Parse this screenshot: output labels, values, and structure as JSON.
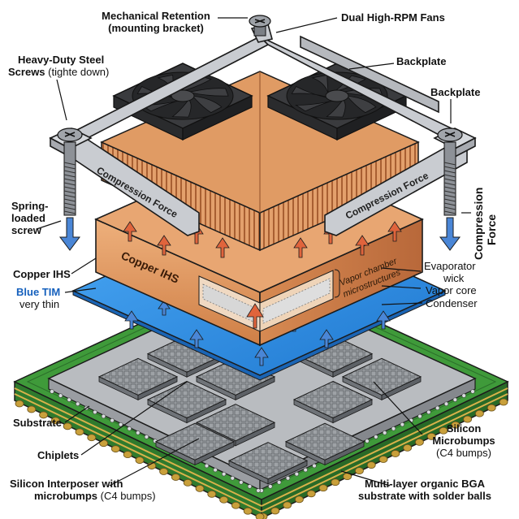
{
  "labels": {
    "mechanical_retention": {
      "line1": "Mechanical Retention",
      "line2": "(mounting bracket)"
    },
    "dual_fans": "Dual High-RPM Fans",
    "heavy_duty_screws": {
      "line1": "Heavy-Duty Steel",
      "line2": "Screws",
      "note": "(tighte down)"
    },
    "backplate_top": "Backplate",
    "backplate_right": "Backplate",
    "spring_screw": {
      "line1": "Spring-",
      "line2": "loaded",
      "line3": "screw"
    },
    "compression_force_left": "Compression Force",
    "compression_force_mid": "Compression Force",
    "compression_force_side": {
      "line1": "Compression",
      "line2": "Force"
    },
    "copper_ihs_left": "Copper IHS",
    "copper_ihs_block": "Copper IHS",
    "vapor_chamber": {
      "line1": "Vapor chamber",
      "line2": "microstructures"
    },
    "evaporator": {
      "line1": "Evaporator",
      "line2": "wick"
    },
    "vapor_core": "Vapor core",
    "condenser": "Condenser",
    "blue_tim": {
      "line1": "Blue TIM",
      "line2": "very thin"
    },
    "substrate": "Substrate",
    "chiplets": "Chiplets",
    "silicon_microbumps": {
      "line1": "Silicon",
      "line2": "Microbumps",
      "line3": "(C4 bumps)"
    },
    "interposer": {
      "line1": "Silicon Interposer with",
      "line2": "microbumps",
      "line3": "(C4 bumps)"
    },
    "bga": {
      "line1": "Multi-layer organic BGA",
      "line2": "substrate with solder balls"
    }
  },
  "colors": {
    "pcb_green": "#3f9a3a",
    "pcb_dark": "#2b6e2a",
    "gold": "#d8b24a",
    "interposer": "#b9bcc0",
    "chiplet": "#8e9296",
    "tim_blue": "#2f8fe6",
    "copper": "#e39a62",
    "copper_dark": "#b86a38",
    "bracket": "#c9ccd1",
    "fan": "#3a3b3e",
    "arrow_red": "#e0643c",
    "arrow_blue": "#4a86d6"
  }
}
